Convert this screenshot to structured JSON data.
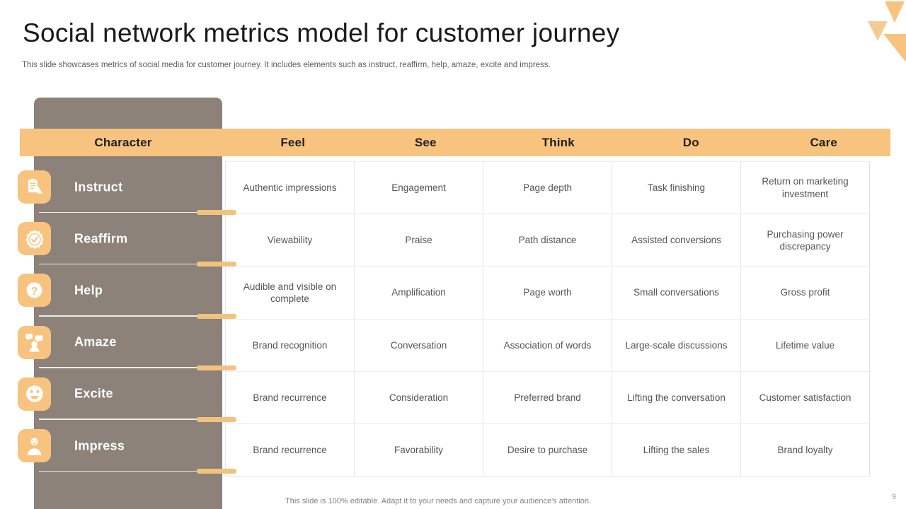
{
  "slide": {
    "title": "Social network metrics model for customer journey",
    "subtitle": "This slide showcases metrics of social media for customer journey. It includes elements such as instruct, reaffirm, help, amaze, excite and impress.",
    "footer_note": "This slide is 100% editable. Adapt it to your needs and capture your audience's attention.",
    "page_number": "9"
  },
  "colors": {
    "accent": "#f7c37e",
    "panel": "#8c8279",
    "connector": "#f2c27f",
    "title_text": "#1a1a1a",
    "cell_text": "#555555"
  },
  "table": {
    "headers": [
      "Character",
      "Feel",
      "See",
      "Think",
      "Do",
      "Care"
    ],
    "characters": [
      {
        "label": "Instruct",
        "icon": "clipboard-document-icon"
      },
      {
        "label": "Reaffirm",
        "icon": "check-badge-icon"
      },
      {
        "label": "Help",
        "icon": "question-mark-circle-icon"
      },
      {
        "label": "Amaze",
        "icon": "person-speech-bubbles-icon"
      },
      {
        "label": "Excite",
        "icon": "smiley-face-icon"
      },
      {
        "label": "Impress",
        "icon": "person-avatar-icon"
      }
    ],
    "rows": [
      [
        "Authentic impressions",
        "Engagement",
        "Page depth",
        "Task finishing",
        "Return on marketing investment"
      ],
      [
        "Viewability",
        "Praise",
        "Path distance",
        "Assisted conversions",
        "Purchasing power discrepancy"
      ],
      [
        "Audible and visible on complete",
        "Amplification",
        "Page worth",
        "Small conversations",
        "Gross profit"
      ],
      [
        "Brand recognition",
        "Conversation",
        "Association of words",
        "Large-scale discussions",
        "Lifetime value"
      ],
      [
        "Brand recurrence",
        "Consideration",
        "Preferred brand",
        "Lifting the conversation",
        "Customer satisfaction"
      ],
      [
        "Brand recurrence",
        "Favorability",
        "Desire to purchase",
        "Lifting the sales",
        "Brand loyalty"
      ]
    ]
  }
}
